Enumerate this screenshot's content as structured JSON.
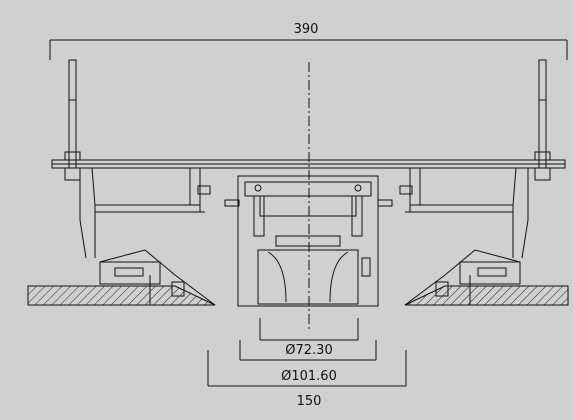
{
  "dimensions": {
    "overall_width": "390",
    "inner_diameter": "Ø72.30",
    "outer_diameter": "Ø101.60",
    "cutout": "150"
  },
  "colors": {
    "background": "#d0d0d0",
    "line": "#111111"
  }
}
